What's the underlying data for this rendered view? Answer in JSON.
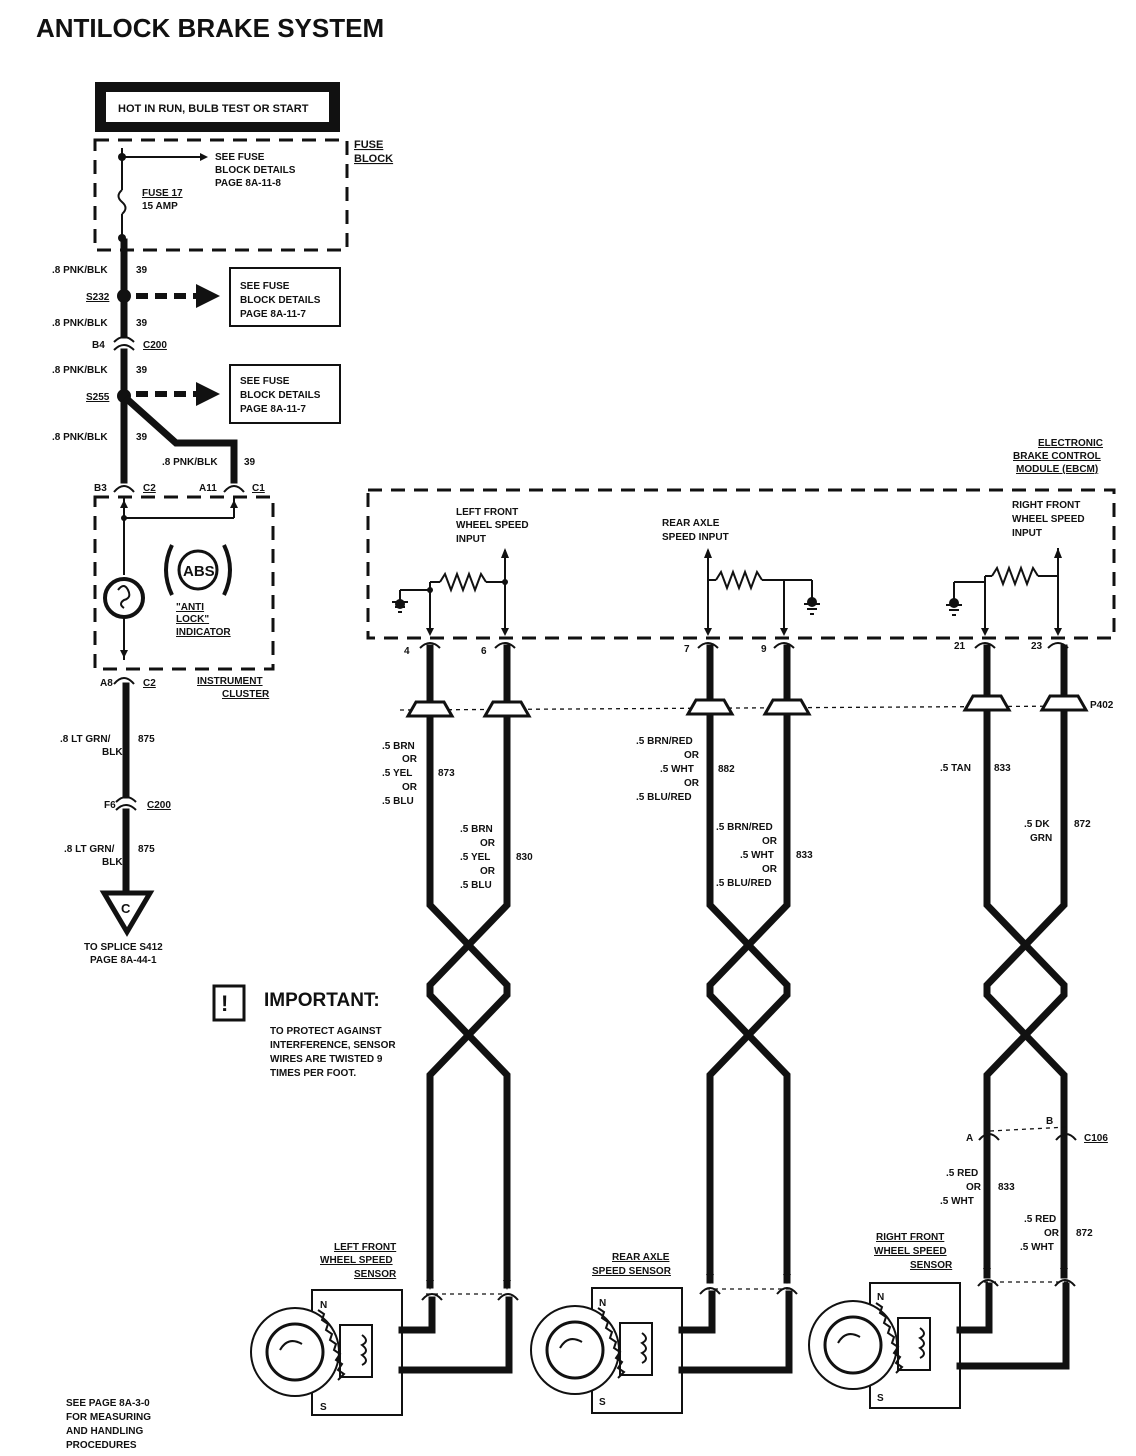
{
  "title": "ANTILOCK BRAKE SYSTEM",
  "power": {
    "label": "HOT IN RUN, BULB TEST OR START"
  },
  "fuse_block": {
    "label_l1": "FUSE",
    "label_l2": "BLOCK",
    "fuse_l1": "FUSE 17",
    "fuse_l2": "15 AMP",
    "ref_l1": "SEE FUSE",
    "ref_l2": "BLOCK DETAILS",
    "ref_l3": "PAGE 8A-11-8"
  },
  "wires": {
    "pnk_blk": ".8 PNK/BLK",
    "circuit_39": "39",
    "lt_grn_l1": ".8 LT GRN/",
    "lt_grn_l2": "BLK",
    "circuit_875": "875"
  },
  "splices": {
    "s232": "S232",
    "s255": "S255",
    "ref_l1": "SEE FUSE",
    "ref_l2": "BLOCK DETAILS",
    "ref_l3": "PAGE 8A-11-7"
  },
  "connectors": {
    "c200": "C200",
    "b4": "B4",
    "b3": "B3",
    "c2": "C2",
    "a11": "A11",
    "c1": "C1",
    "a8": "A8",
    "f6": "F6",
    "p402": "P402",
    "c106": "C106",
    "pin_a": "A",
    "pin_b": "B"
  },
  "cluster": {
    "abs": "ABS",
    "ind_l1": "\"ANTI",
    "ind_l2": "LOCK\"",
    "ind_l3": "INDICATOR",
    "label_l1": "INSTRUMENT",
    "label_l2": "CLUSTER"
  },
  "ground": {
    "letter": "C",
    "note_l1": "TO SPLICE S412",
    "note_l2": "PAGE 8A-44-1"
  },
  "ebcm": {
    "label_l1": "ELECTRONIC",
    "label_l2": "BRAKE CONTROL",
    "label_l3": "MODULE (EBCM)",
    "lf_l1": "LEFT FRONT",
    "lf_l2": "WHEEL SPEED",
    "lf_l3": "INPUT",
    "ra_l1": "REAR AXLE",
    "ra_l2": "SPEED INPUT",
    "rf_l1": "RIGHT FRONT",
    "rf_l2": "WHEEL SPEED",
    "rf_l3": "INPUT",
    "pins": [
      "4",
      "6",
      "7",
      "9",
      "21",
      "23"
    ]
  },
  "sensor_wires": {
    "or": "OR",
    "brn": ".5 BRN",
    "yel": ".5 YEL",
    "blu": ".5 BLU",
    "c873": "873",
    "c830": "830",
    "brn_red": ".5 BRN/RED",
    "wht": ".5 WHT",
    "blu_red": ".5 BLU/RED",
    "c882": "882",
    "c833": "833",
    "tan": ".5 TAN",
    "dk": ".5 DK",
    "grn": "GRN",
    "c872": "872",
    "red": ".5 RED"
  },
  "important": {
    "heading": "IMPORTANT:",
    "icon": "exclamation-icon",
    "l1": "TO PROTECT AGAINST",
    "l2": "INTERFERENCE, SENSOR",
    "l3": "WIRES ARE TWISTED 9",
    "l4": "TIMES PER FOOT."
  },
  "sensors": {
    "lf_l1": "LEFT FRONT",
    "lf_l2": "WHEEL SPEED",
    "lf_l3": "SENSOR",
    "ra_l1": "REAR AXLE",
    "ra_l2": "SPEED SENSOR",
    "rf_l1": "RIGHT FRONT",
    "rf_l2": "WHEEL SPEED",
    "rf_l3": "SENSOR",
    "n": "N",
    "s": "S"
  },
  "footnote": {
    "l1": "SEE PAGE 8A-3-0",
    "l2": "FOR MEASURING",
    "l3": "AND HANDLING",
    "l4": "PROCEDURES"
  }
}
